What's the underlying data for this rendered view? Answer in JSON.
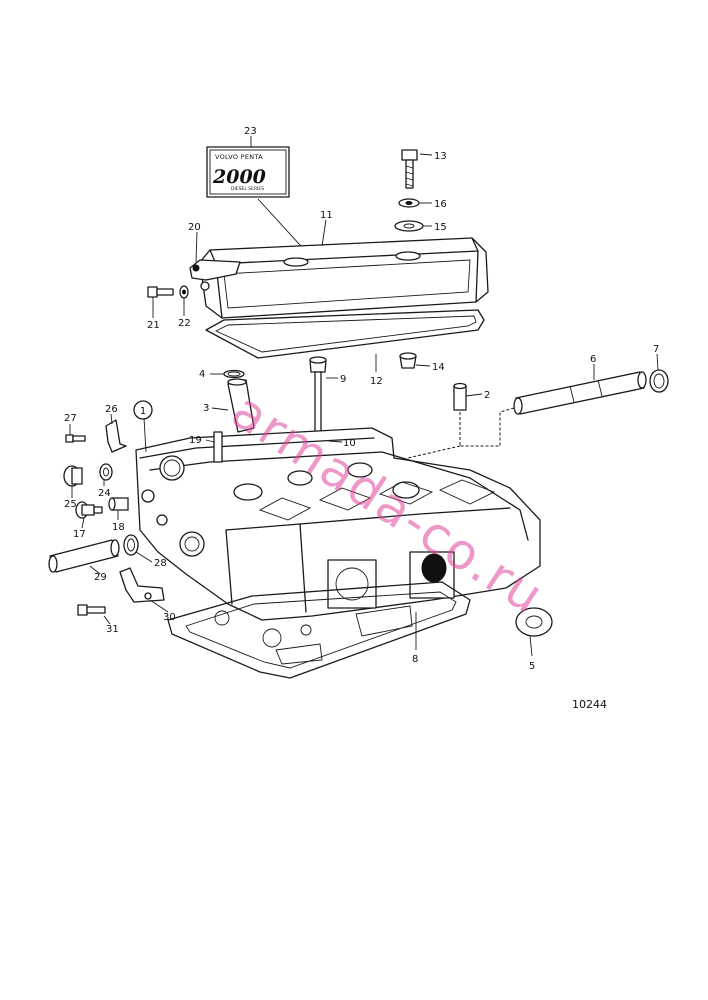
{
  "figure_number": "10244",
  "watermark": "armada-co.ru",
  "badge": {
    "line1": "VOLVO  PENTA",
    "line2": "2000",
    "line3": "DIESEL SERIES"
  },
  "callouts": {
    "c1": "1",
    "c2": "2",
    "c3": "3",
    "c4": "4",
    "c5": "5",
    "c6": "6",
    "c7": "7",
    "c8": "8",
    "c9": "9",
    "c10": "10",
    "c11": "11",
    "c12": "12",
    "c13": "13",
    "c14": "14",
    "c15": "15",
    "c16": "16",
    "c17": "17",
    "c18": "18",
    "c19": "19",
    "c20": "20",
    "c21": "21",
    "c22": "22",
    "c23": "23",
    "c24": "24",
    "c25": "25",
    "c26": "26",
    "c27": "27",
    "c28": "28",
    "c29": "29",
    "c30": "30",
    "c31": "31"
  }
}
